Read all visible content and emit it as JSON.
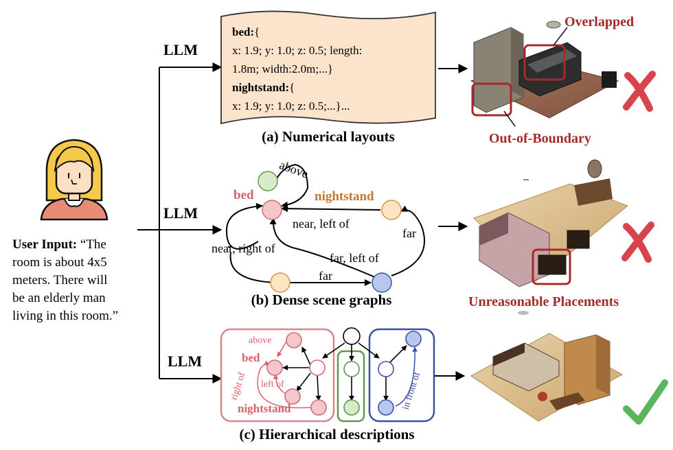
{
  "user": {
    "input_label": "User Input:",
    "input_lines": [
      "“The",
      "room is about 4x5",
      "meters. There will",
      "be an elderly man",
      "living in this room.”"
    ]
  },
  "llm_label": "LLM",
  "panel_a": {
    "caption": "(a) Numerical layouts",
    "code_lines": [
      {
        "key": "bed:",
        "rest": "{"
      },
      {
        "key": "",
        "rest": "x: 1.9; y: 1.0; z: 0.5; length:"
      },
      {
        "key": "",
        "rest": "1.8m; width:2.0m;...}"
      },
      {
        "key": "nightstand:",
        "rest": "{"
      },
      {
        "key": "",
        "rest": "x: 1.9; y: 1.0; z: 0.5;...}..."
      }
    ],
    "issues": [
      "Overlapped",
      "Out-of-Boundary"
    ]
  },
  "panel_b": {
    "caption": "(b) Dense scene graphs",
    "nodes": {
      "bed": "bed",
      "nightstand": "nightstand"
    },
    "edges": {
      "above": "above",
      "near_left_of": "near, left of",
      "near_right_of": "near, right of",
      "far_left_of": "far, left of",
      "far_a": "far",
      "far_b": "far"
    },
    "issue": "Unreasonable Placements"
  },
  "panel_c": {
    "caption": "(c) Hierarchical  descriptions",
    "labels": {
      "above": "above",
      "bed": "bed",
      "left_of": "left of",
      "right_of": "right of",
      "nightstand": "nightstand",
      "in_front_of": "in front of"
    }
  },
  "colors": {
    "accent_red": "#a52a2a",
    "node_red": "#f4c7cb",
    "node_red_stroke": "#d06a74",
    "node_green": "#d6ecc8",
    "node_orange": "#fde3c2",
    "node_blue": "#b9c6ee",
    "box_red": "#d9848c",
    "box_green": "#5c9a4a",
    "box_blue": "#3b4fa5",
    "check_green": "#5bb55b",
    "cross_red": "#d9434b",
    "bed_label": "#d9606a",
    "nightstand_label": "#c9772e",
    "paper": "#fbe3cc"
  }
}
